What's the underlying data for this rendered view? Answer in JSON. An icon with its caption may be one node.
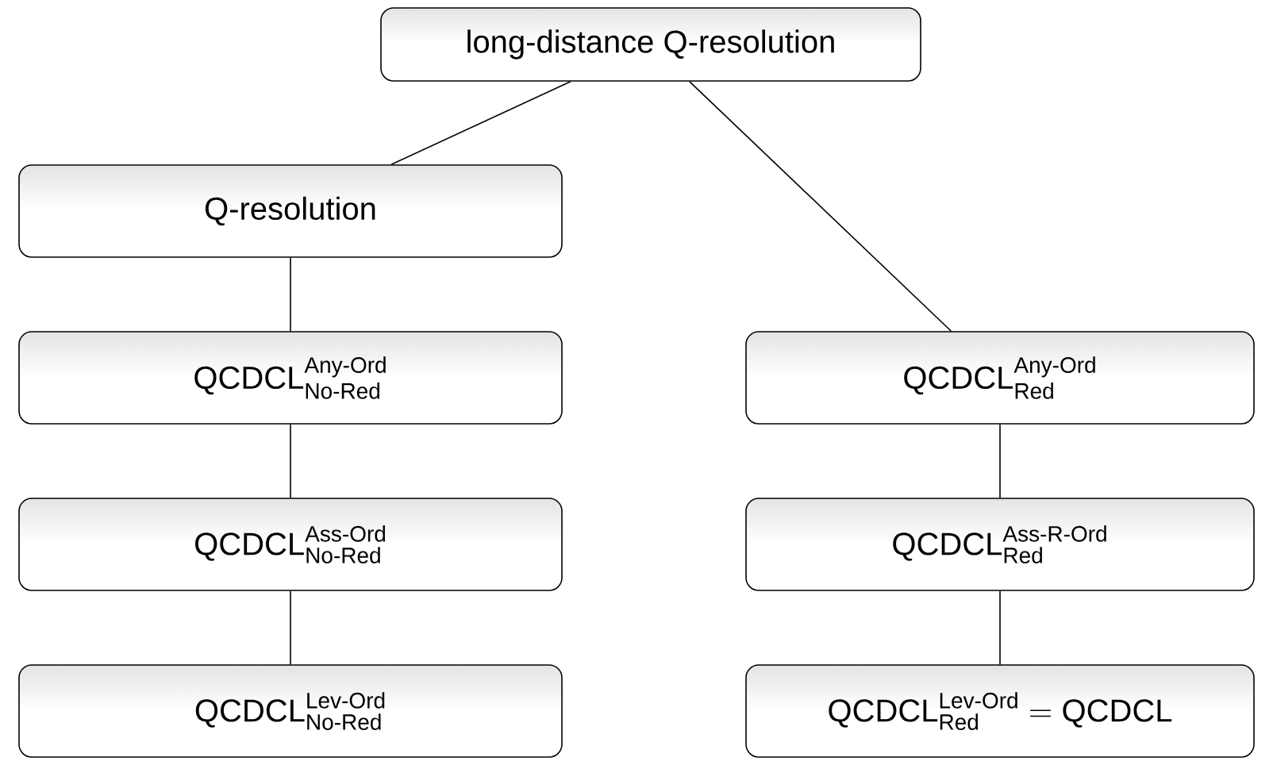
{
  "diagram": {
    "nodes": [
      {
        "text": [
          "long-distance Q-resolution"
        ]
      },
      {
        "text": [
          "Q-resolution"
        ]
      },
      {
        "text": [
          "\\text{QCDCL}^{\\text{\\textsc{Any-Ord}}}_{\\text{\\textsc{No-Red}}}"
        ]
      },
      {
        "text": [
          "\\text{QCDCL}^{\\text{\\textsc{Any-Ord}}}_{\\text{\\textsc{Red}}}"
        ]
      },
      {
        "text": [
          "\\text{QCDCL}^{\\text{\\textsc{Ass-Ord}}}_{\\text{\\textsc{No-Red}}}"
        ]
      },
      {
        "text": [
          "\\text{QCDCL}^{\\text{\\textsc{Ass-R-Ord}}}_{\\text{\\textsc{Red}}}"
        ]
      },
      {
        "text": [
          "\\text{QCDCL}^{\\text{\\textsc{Lev-Ord}}}_{\\text{\\textsc{No-Red}}}"
        ]
      },
      {
        "text": [
          "\\text{QCDCL}^{\\text{\\textsc{Lev-Ord}}}_{\\text{\\textsc{Red}}} = \\text{QCDCL}"
        ]
      }
    ],
    "edges": [
      {
        "from": 0,
        "to": 1,
        "arrow": "none"
      },
      {
        "from": 0,
        "to": 3,
        "arrow": "none"
      },
      {
        "from": 1,
        "to": 2,
        "arrow": "none"
      },
      {
        "from": 2,
        "to": 4,
        "arrow": "none"
      },
      {
        "from": 4,
        "to": 6,
        "arrow": "none"
      },
      {
        "from": 3,
        "to": 5,
        "arrow": "none"
      },
      {
        "from": 5,
        "to": 7,
        "arrow": "none"
      }
    ]
  }
}
